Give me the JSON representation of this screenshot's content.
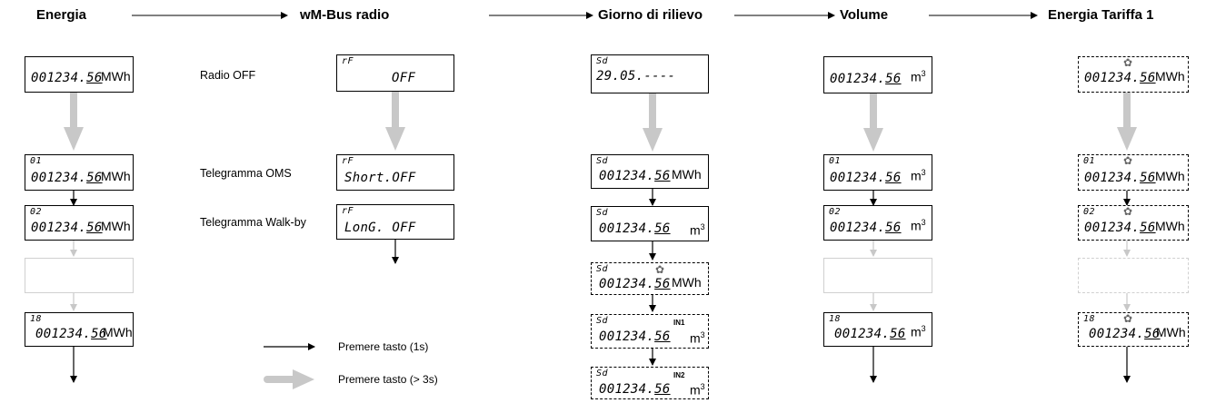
{
  "headers": {
    "energia": "Energia",
    "wmbus": "wM-Bus radio",
    "giorno": "Giorno di rilievo",
    "volume": "Volume",
    "tariffa": "Energia Tariffa 1"
  },
  "radio_labels": {
    "off": "Radio OFF",
    "oms": "Telegramma OMS",
    "walkby": "Telegramma Walk-by"
  },
  "display": {
    "value": "001234.",
    "decimals": "56",
    "unit_energy": "MWh",
    "unit_volume": "m",
    "unit_volume_exp": "3",
    "idx01": "01",
    "idx02": "02",
    "idx18": "18",
    "rf": "rF",
    "rf_off": "OFF",
    "rf_short": "Short.OFF",
    "rf_long": "LonG. OFF",
    "sd": "Sd",
    "sd_date": "29.05.----",
    "in1": "IN1",
    "in2": "IN2"
  },
  "legend": {
    "short_press": "Premere tasto (1s)",
    "long_press": "Premere tasto (> 3s)"
  },
  "colors": {
    "arrow_thin": "#000000",
    "arrow_thick": "#c8c8c8",
    "faint": "#d0d0d0",
    "gear": "#666666"
  }
}
